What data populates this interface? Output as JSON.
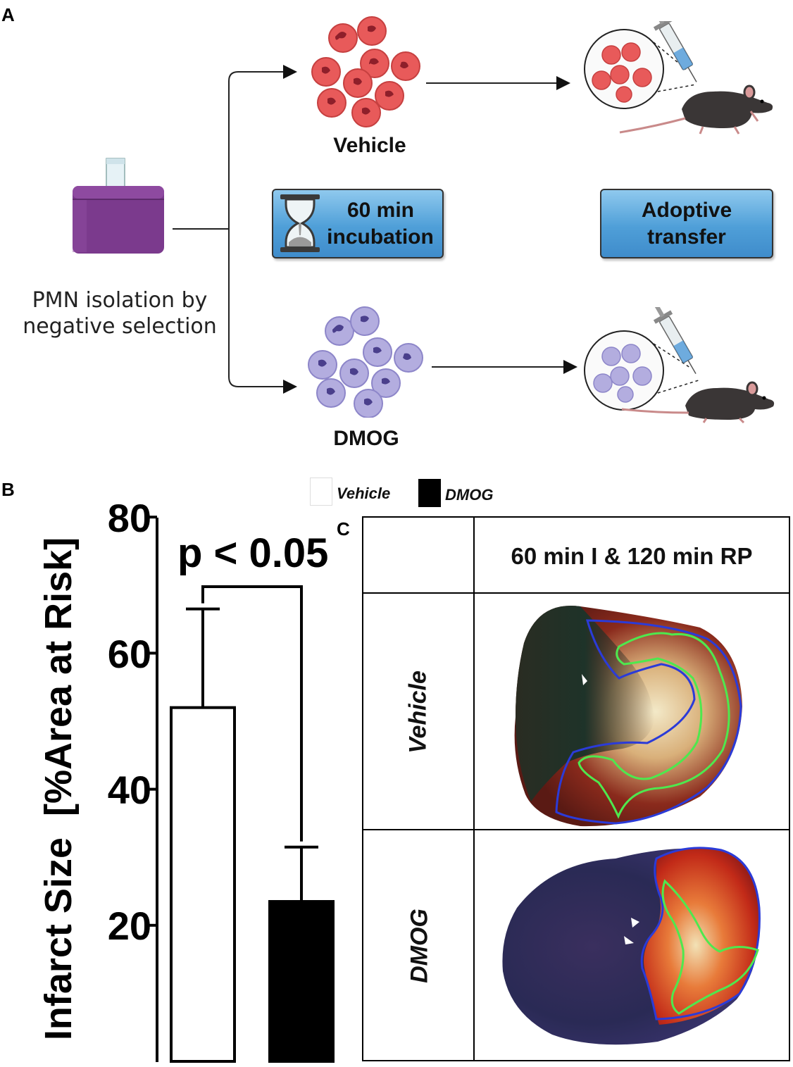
{
  "panels": {
    "a": "A",
    "b": "B",
    "c": "C"
  },
  "panel_a": {
    "source_caption_line1": "PMN isolation by",
    "source_caption_line2": "negative selection",
    "vehicle_label": "Vehicle",
    "dmog_label": "DMOG",
    "incubation_box_line1": "60 min",
    "incubation_box_line2": "incubation",
    "transfer_box_line1": "Adoptive",
    "transfer_box_line2": "transfer",
    "colors": {
      "vehicle_cell": "#e85a5a",
      "dmog_cell": "#a9a3e0",
      "column": "#7a3a8c",
      "box": "#4f9fd8",
      "mouse": "#3a3636"
    }
  },
  "legend": {
    "vehicle": "Vehicle",
    "dmog": "DMOG"
  },
  "chart_data": {
    "type": "bar",
    "ylabel": "Infarct Size  [%Area at Risk]",
    "categories": [
      "Vehicle",
      "DMOG"
    ],
    "values": [
      52,
      23.5
    ],
    "error_upper": [
      66.5,
      31.5
    ],
    "bar_colors": [
      "#ffffff",
      "#000000"
    ],
    "yticks": [
      "20",
      "40",
      "60",
      "80"
    ],
    "ylim": [
      0,
      80
    ],
    "annotation": "p < 0.05"
  },
  "panel_c": {
    "header": "60 min I & 120 min RP",
    "row1_label": "Vehicle",
    "row2_label": "DMOG"
  }
}
